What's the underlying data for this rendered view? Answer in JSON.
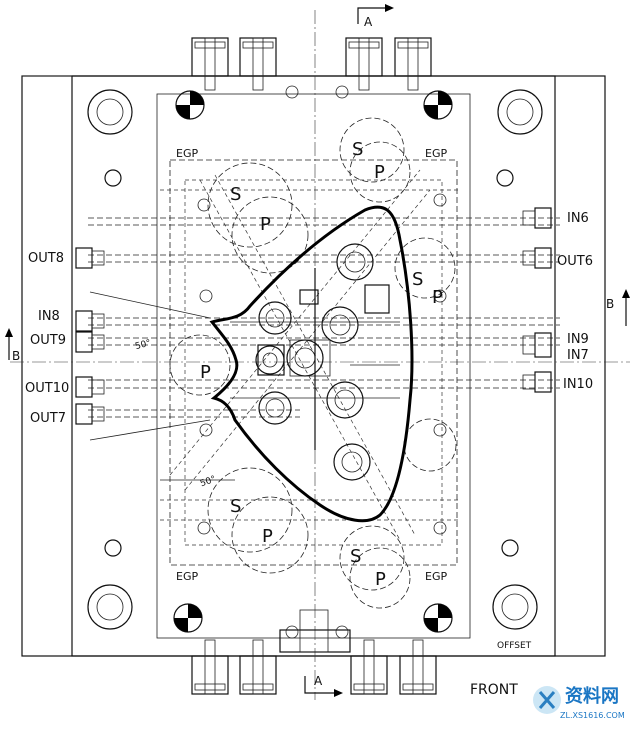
{
  "section_marks": {
    "a_top": "A",
    "a_bottom": "A",
    "b_left": "B",
    "b_right": "B"
  },
  "left_labels": [
    "OUT8",
    "IN8",
    "OUT9",
    "OUT10",
    "OUT7"
  ],
  "right_labels": [
    "IN6",
    "OUT6",
    "IN9",
    "IN7",
    "IN10"
  ],
  "egp_labels": [
    "EGP",
    "EGP",
    "EGP",
    "EGP"
  ],
  "s_labels": [
    "S",
    "S",
    "S",
    "S",
    "S"
  ],
  "p_labels": [
    "P",
    "P",
    "P",
    "P",
    "P",
    "P"
  ],
  "angle_labels": [
    "50°",
    "50°"
  ],
  "offset_label": "OFFSET",
  "view_title": "FRONT",
  "watermark": {
    "cn": "资料网",
    "url": "ZL.XS1616.COM"
  }
}
